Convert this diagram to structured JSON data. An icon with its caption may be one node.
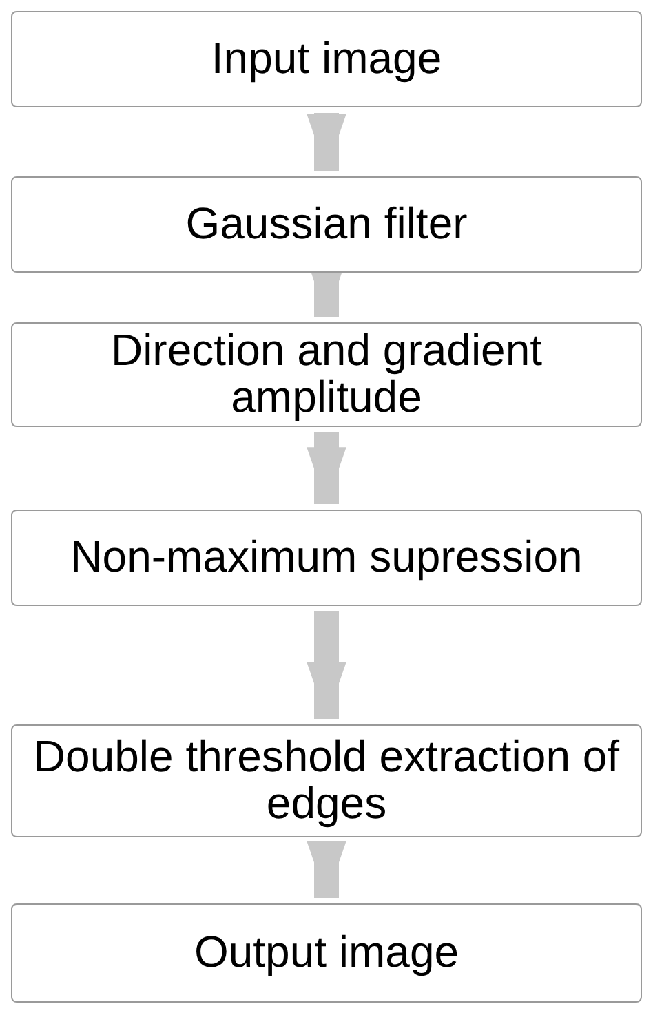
{
  "diagram": {
    "nodes": [
      {
        "text": [
          "Input image"
        ]
      },
      {
        "text": [
          "Gaussian filter"
        ]
      },
      {
        "text": [
          "Direction and gradient amplitude"
        ]
      },
      {
        "text": [
          "Non-maximum supression"
        ]
      },
      {
        "text": [
          "Double threshold extraction of edges"
        ]
      },
      {
        "text": [
          "Output image"
        ]
      }
    ],
    "edges": [
      {
        "from": 0,
        "to": 1,
        "arrow": "to"
      },
      {
        "from": 1,
        "to": 2,
        "arrow": "to"
      },
      {
        "from": 2,
        "to": 3,
        "arrow": "to"
      },
      {
        "from": 3,
        "to": 4,
        "arrow": "to"
      },
      {
        "from": 4,
        "to": 5,
        "arrow": "to"
      }
    ]
  }
}
